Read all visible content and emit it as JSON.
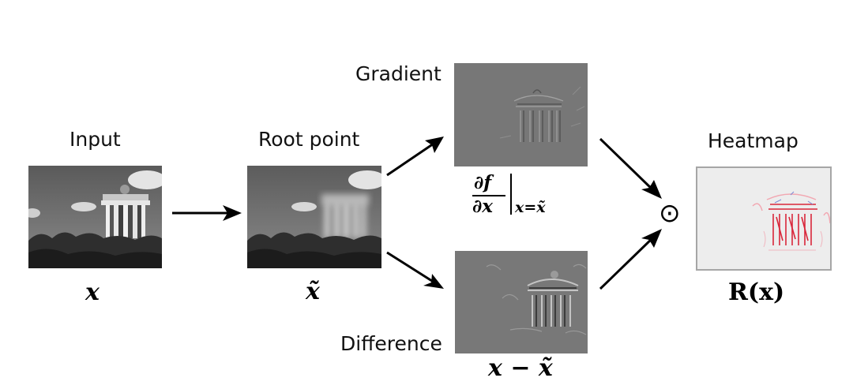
{
  "labels": {
    "input": "Input",
    "root_point": "Root point",
    "gradient": "Gradient",
    "difference": "Difference",
    "heatmap": "Heatmap"
  },
  "math": {
    "input_symbol": "x",
    "root_symbol": "x̃",
    "gradient_numerator": "∂f",
    "gradient_denominator": "∂x",
    "gradient_eval": "x=x̃",
    "difference_expr": "x − x̃",
    "heatmap_expr": "R(x)",
    "operator": "⊙"
  },
  "colors": {
    "gray_panel": "#777777",
    "heatmap_bg": "#ececec",
    "heatmap_red": "#d9263a",
    "arrow": "#000000"
  }
}
